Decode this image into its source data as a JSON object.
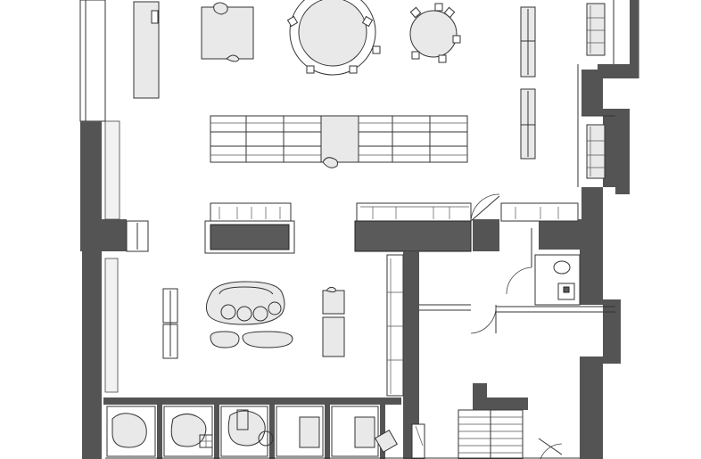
{
  "diagram": {
    "type": "architectural floor plan",
    "colors": {
      "wall": "#545454",
      "furniture_fill": "#e9e9e9",
      "line": "#333333",
      "background": "#ffffff"
    },
    "elements": [
      "exterior-wall-west",
      "exterior-wall-east",
      "round-table-large",
      "round-table-small",
      "long-bench-tables",
      "lounge-sofa-cluster",
      "restroom",
      "staircase",
      "meeting-booths"
    ]
  }
}
